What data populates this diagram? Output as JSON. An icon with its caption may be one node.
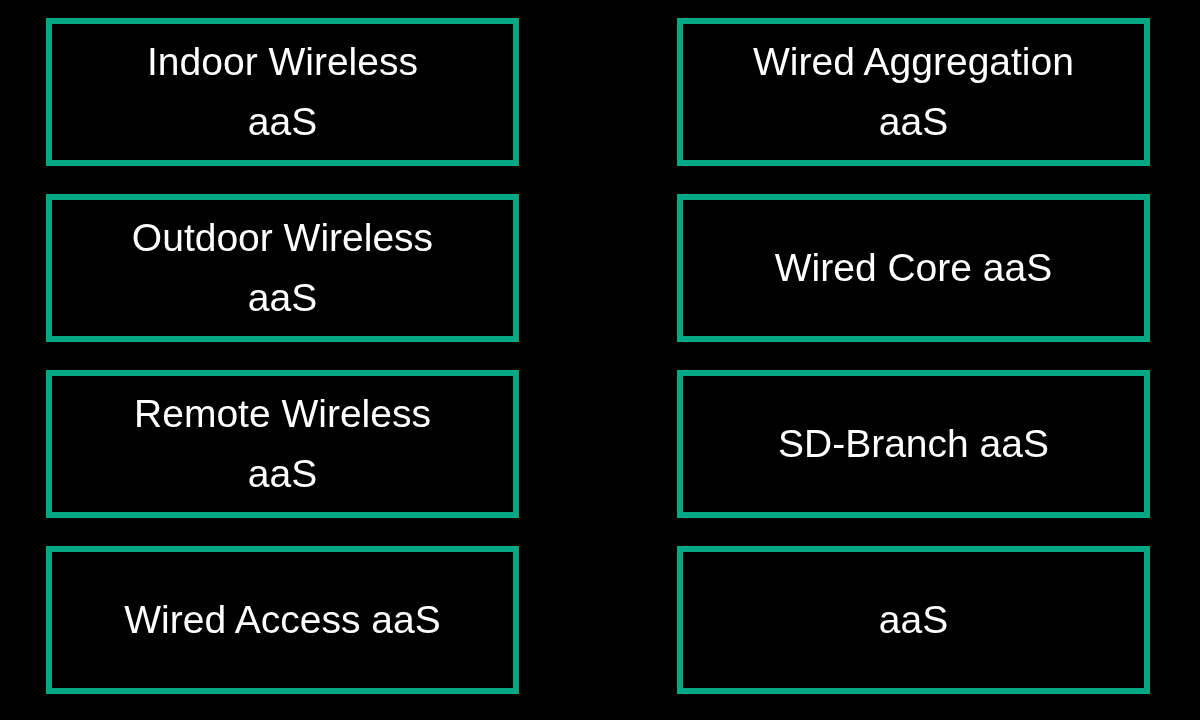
{
  "diagram": {
    "nodes": [
      {
        "text": [
          "Indoor Wireless aaS"
        ]
      },
      {
        "text": [
          "Wired Aggregation aaS"
        ]
      },
      {
        "text": [
          "Outdoor Wireless aaS"
        ]
      },
      {
        "text": [
          "Wired Core aaS"
        ]
      },
      {
        "text": [
          "Remote Wireless aaS"
        ]
      },
      {
        "text": [
          "SD-Branch aaS"
        ]
      },
      {
        "text": [
          "Wired Access aaS"
        ]
      },
      {
        "text": [
          "aaS"
        ]
      }
    ]
  }
}
